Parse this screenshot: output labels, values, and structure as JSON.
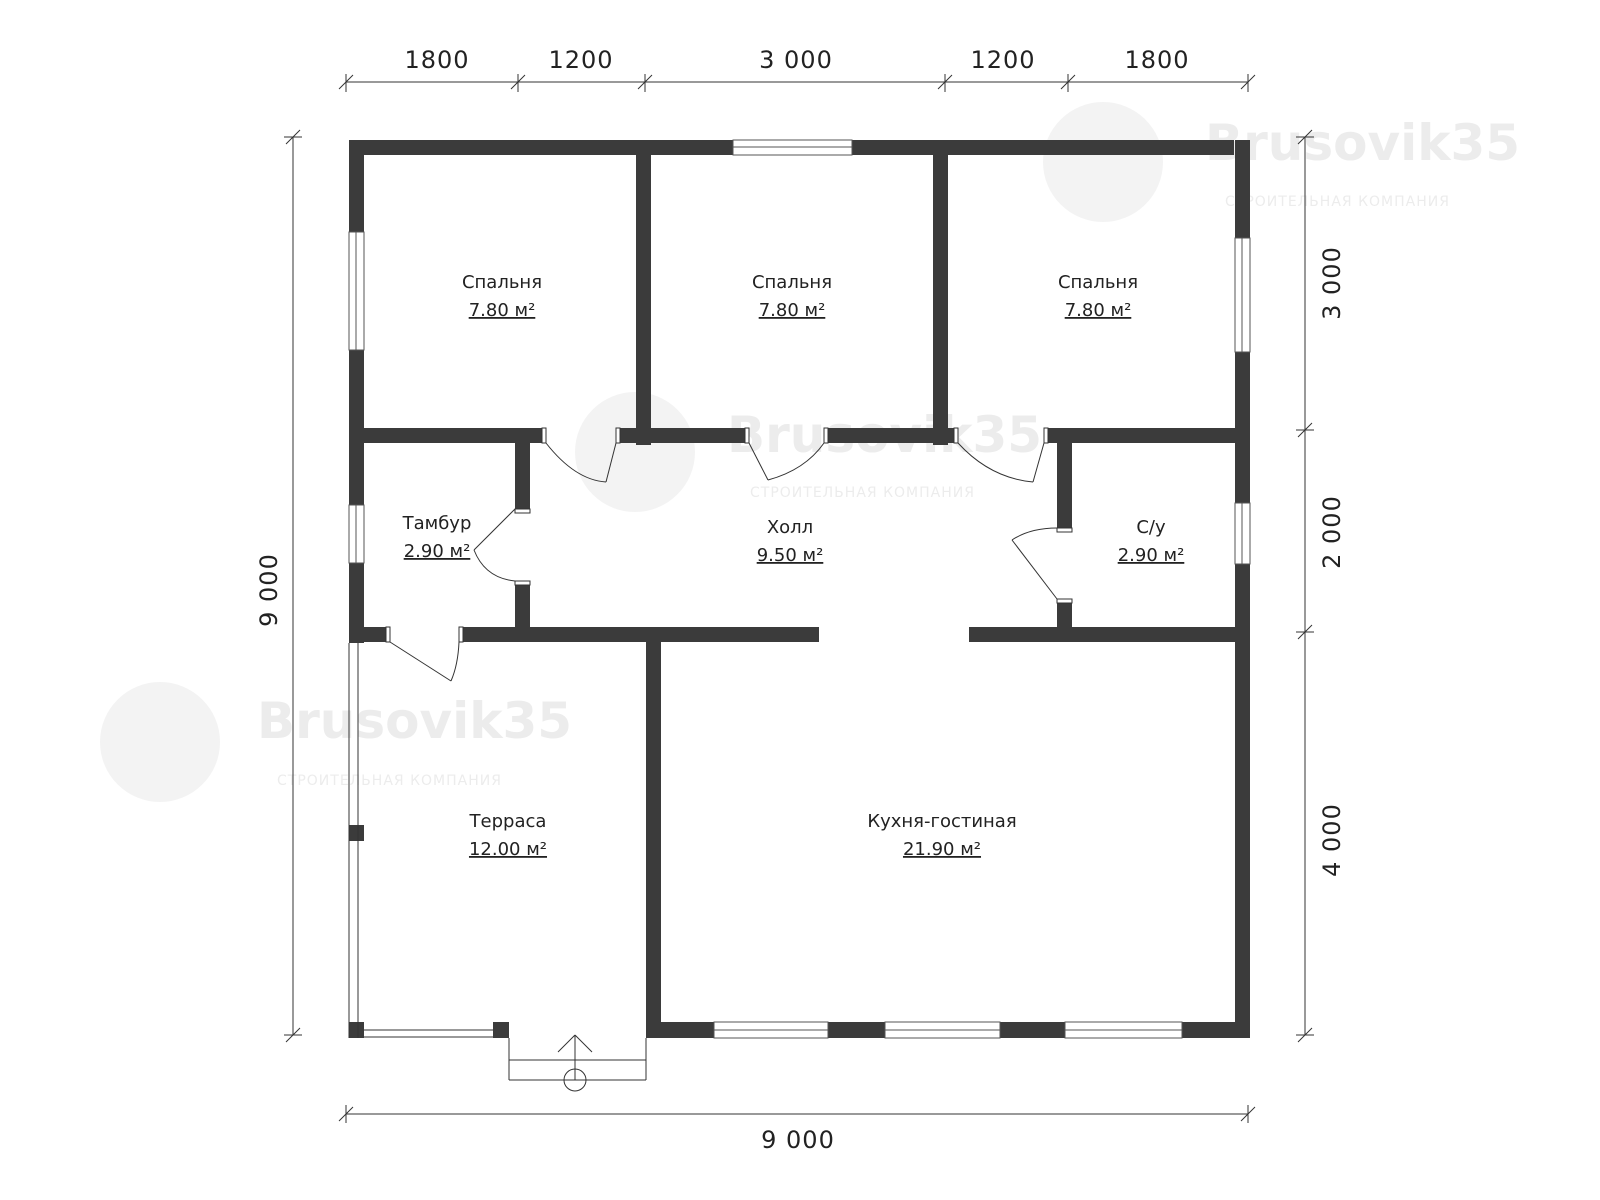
{
  "dimensions": {
    "top": [
      "1800",
      "1200",
      "3 000",
      "1200",
      "1800"
    ],
    "right": [
      "3 000",
      "2 000",
      "4 000"
    ],
    "left": "9 000",
    "bottom": "9 000"
  },
  "rooms": [
    {
      "name": "Спальня",
      "area": "7.80 м²"
    },
    {
      "name": "Спальня",
      "area": "7.80 м²"
    },
    {
      "name": "Спальня",
      "area": "7.80 м²"
    },
    {
      "name": "Тамбур",
      "area": "2.90 м²"
    },
    {
      "name": "Холл",
      "area": "9.50 м²"
    },
    {
      "name": "С/у",
      "area": "2.90 м²"
    },
    {
      "name": "Терраса",
      "area": "12.00 м²"
    },
    {
      "name": "Кухня-гостиная",
      "area": "21.90 м²"
    }
  ],
  "watermark": {
    "brand": "Brusovik35",
    "tagline": "СТРОИТЕЛЬНАЯ КОМПАНИЯ"
  },
  "colors": {
    "wall": "#3b3b3b",
    "line": "#333333",
    "watermark": "#ececec"
  }
}
